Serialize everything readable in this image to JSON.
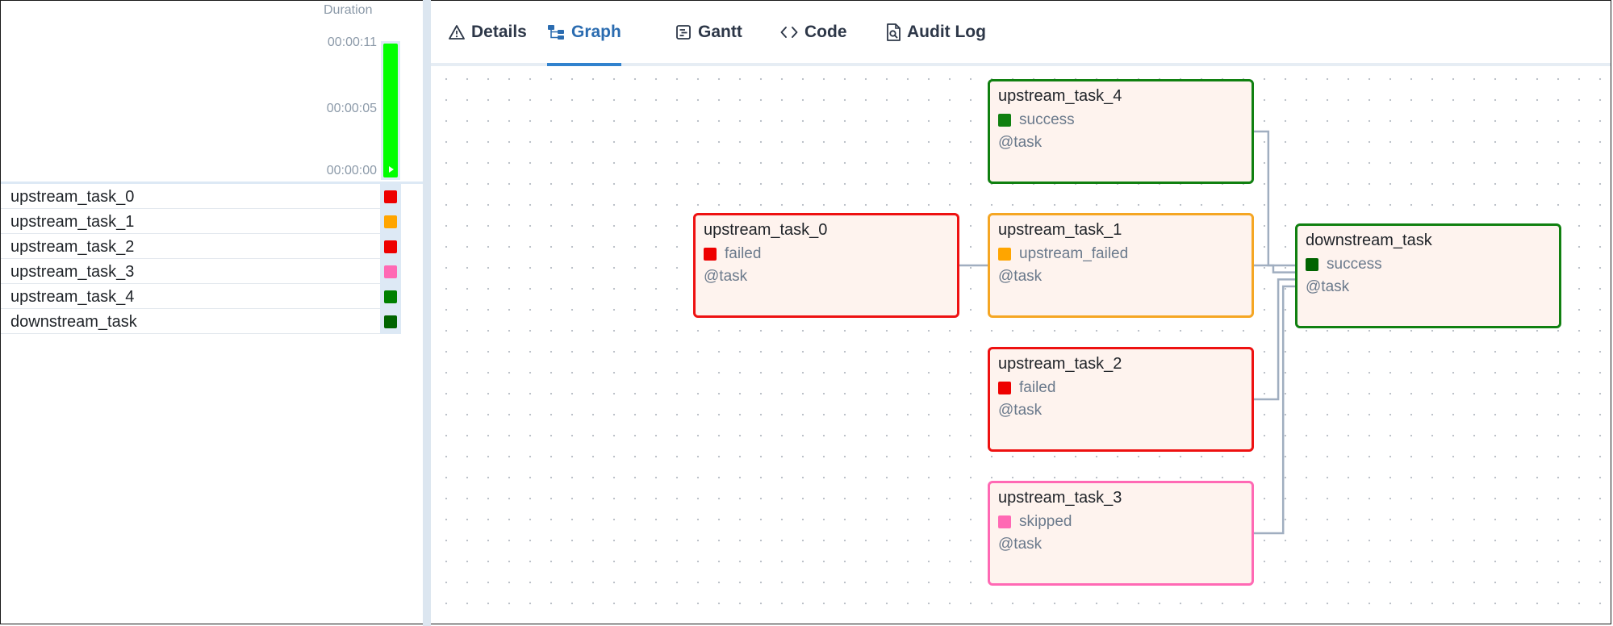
{
  "grid": {
    "duration_label": "Duration",
    "ticks": [
      "00:00:11",
      "00:00:05",
      "00:00:00"
    ],
    "run_progress": 1.0,
    "rows": [
      {
        "label": "upstream_task_0",
        "color": "#ee0000"
      },
      {
        "label": "upstream_task_1",
        "color": "#ffa500"
      },
      {
        "label": "upstream_task_2",
        "color": "#ee0000"
      },
      {
        "label": "upstream_task_3",
        "color": "#ff69b4"
      },
      {
        "label": "upstream_task_4",
        "color": "#008000"
      },
      {
        "label": "downstream_task",
        "color": "#006400"
      }
    ]
  },
  "tabs": [
    {
      "label": "Details",
      "icon": "warning-triangle-icon"
    },
    {
      "label": "Graph",
      "icon": "graph-icon"
    },
    {
      "label": "Gantt",
      "icon": "gantt-icon"
    },
    {
      "label": "Code",
      "icon": "code-icon"
    },
    {
      "label": "Audit Log",
      "icon": "audit-log-icon"
    }
  ],
  "active_tab": "Graph",
  "graph": {
    "nodes": [
      {
        "id": "upstream_task_4",
        "name": "upstream_task_4",
        "state": "success",
        "operator": "@task",
        "border": "#108010",
        "square": "#108010"
      },
      {
        "id": "upstream_task_0",
        "name": "upstream_task_0",
        "state": "failed",
        "operator": "@task",
        "border": "#ee1111",
        "square": "#ee0000"
      },
      {
        "id": "upstream_task_1",
        "name": "upstream_task_1",
        "state": "upstream_failed",
        "operator": "@task",
        "border": "#f5a623",
        "square": "#ffa500"
      },
      {
        "id": "upstream_task_2",
        "name": "upstream_task_2",
        "state": "failed",
        "operator": "@task",
        "border": "#ee1111",
        "square": "#ee0000"
      },
      {
        "id": "upstream_task_3",
        "name": "upstream_task_3",
        "state": "skipped",
        "operator": "@task",
        "border": "#ff69b4",
        "square": "#ff69b4"
      },
      {
        "id": "downstream_task",
        "name": "downstream_task",
        "state": "success",
        "operator": "@task",
        "border": "#108010",
        "square": "#006400"
      }
    ],
    "edges": [
      {
        "from": "upstream_task_0",
        "to": "upstream_task_1"
      },
      {
        "from": "upstream_task_4",
        "to": "downstream_task"
      },
      {
        "from": "upstream_task_1",
        "to": "downstream_task"
      },
      {
        "from": "upstream_task_2",
        "to": "downstream_task"
      },
      {
        "from": "upstream_task_3",
        "to": "downstream_task"
      }
    ],
    "edge_color": "#a0aec0"
  }
}
